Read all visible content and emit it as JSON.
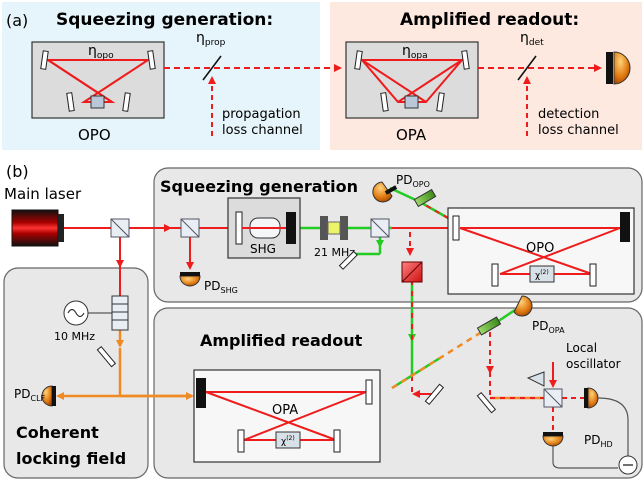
{
  "panel_a": {
    "label": "(a)",
    "left_title": "Squeezing generation:",
    "right_title": "Amplified readout:",
    "eta_opo": "η",
    "eta_opo_sub": "opo",
    "eta_prop": "η",
    "eta_prop_sub": "prop",
    "eta_opa": "η",
    "eta_opa_sub": "opa",
    "eta_det": "η",
    "eta_det_sub": "det",
    "prop_loss_line1": "propagation",
    "prop_loss_line2": "loss channel",
    "det_loss_line1": "detection",
    "det_loss_line2": "loss channel",
    "opo_caption": "OPO",
    "opa_caption": "OPA"
  },
  "panel_b": {
    "label": "(b)",
    "main_laser": "Main laser",
    "sq_title": "Squeezing generation",
    "ar_title": "Amplified readout",
    "clf_title_line1": "Coherent",
    "clf_title_line2": "locking field",
    "shg": "SHG",
    "freq_21": "21 MHz",
    "freq_10": "10 MHz",
    "opo": "OPO",
    "opa": "OPA",
    "chi": "χ",
    "chi_sup": "(2)",
    "pd": "PD",
    "pd_opo_sub": "OPO",
    "pd_shg_sub": "SHG",
    "pd_opa_sub": "OPA",
    "pd_clf_sub": "CLF",
    "pd_hd_sub": "HD",
    "lo_line1": "Local",
    "lo_line2": "oscillator"
  },
  "colors": {
    "red_beam": "#ee1c1c",
    "green_beam": "#22cc22",
    "orange_beam": "#f08a24",
    "blue_panel": "#e6f5fc",
    "peach_panel": "#fde9df",
    "gray_panel": "#e8e8e8",
    "cavity_fill": "#dcdcdc"
  }
}
